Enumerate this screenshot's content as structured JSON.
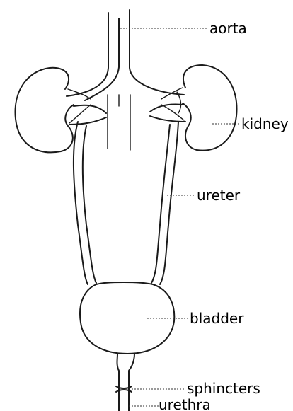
{
  "labels": {
    "aorta": "aorta",
    "kidney": "kidney",
    "ureter": "ureter",
    "bladder": "bladder",
    "sphincters": "sphincters",
    "urethra": "urethra"
  }
}
